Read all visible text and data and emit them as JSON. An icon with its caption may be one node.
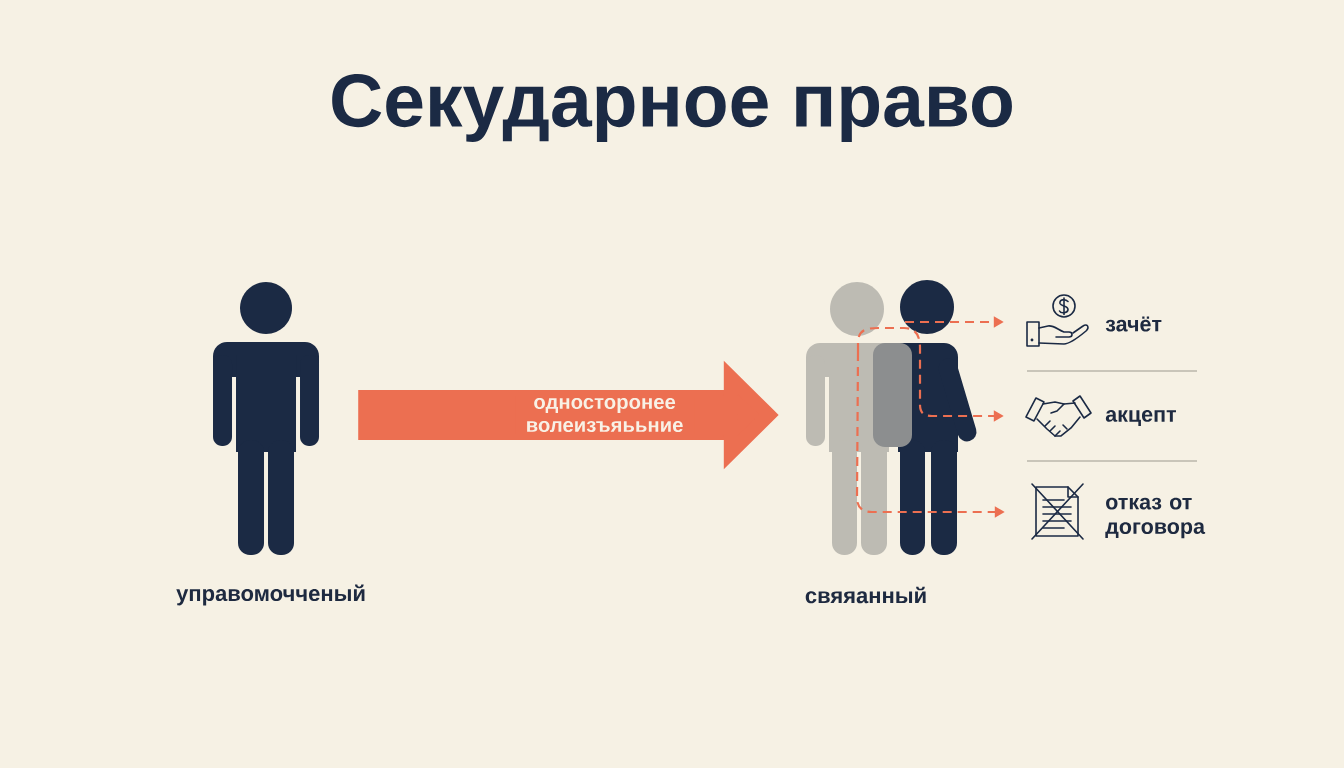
{
  "diagram": {
    "title": "Секударное право",
    "nodes": [
      {
        "text": [],
        "shape": "person",
        "beside": [
          "управомочченый"
        ]
      },
      {
        "text": [],
        "shape": "person",
        "beside": [
          "свяяанный"
        ]
      },
      {
        "text": [],
        "shape": "picture",
        "beside": [
          "зачёт"
        ]
      },
      {
        "text": [],
        "shape": "picture",
        "beside": [
          "акцепт"
        ]
      },
      {
        "text": [],
        "shape": "picture",
        "beside": [
          "отказ от договора"
        ]
      }
    ],
    "edges": [
      {
        "from": 0,
        "to": 1,
        "arrow": "to",
        "label": "односторонее волеизъяььние",
        "style": "thick"
      },
      {
        "from": 1,
        "to": 2,
        "arrow": "to",
        "style": "dashed"
      },
      {
        "from": 1,
        "to": 3,
        "arrow": "to",
        "style": "dashed"
      },
      {
        "from": 1,
        "to": 4,
        "arrow": "to",
        "style": "dashed"
      }
    ]
  }
}
